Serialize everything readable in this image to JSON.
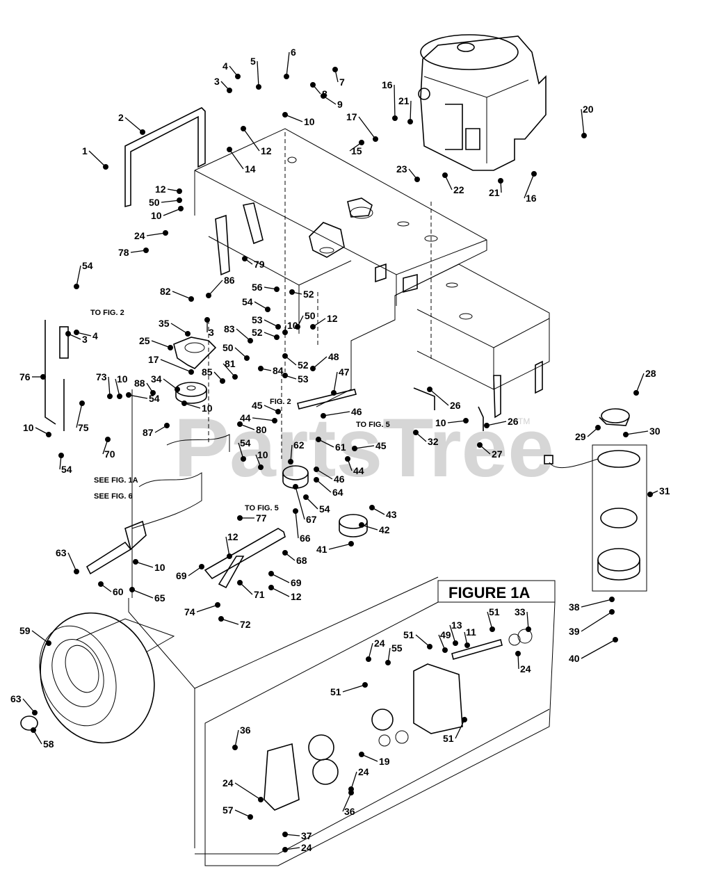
{
  "diagram": {
    "title": "Exploded parts diagram - tractor frame, engine, drive and hydrostatic transmission",
    "watermark": "PartsTree",
    "trademark": "TM",
    "figure_inset_title": "FIGURE 1A",
    "notes": {
      "to_fig2_a": "TO FIG. 2",
      "to_fig2_b": "FIG. 2",
      "to_fig5_a": "TO FIG. 5",
      "to_fig5_b": "TO FIG. 5",
      "see_fig1a": "SEE FIG. 1A",
      "see_fig6": "SEE FIG. 6"
    },
    "callouts": [
      {
        "id": "c1",
        "label": "1"
      },
      {
        "id": "c2",
        "label": "2"
      },
      {
        "id": "c3a",
        "label": "3"
      },
      {
        "id": "c4a",
        "label": "4"
      },
      {
        "id": "c5",
        "label": "5"
      },
      {
        "id": "c6",
        "label": "6"
      },
      {
        "id": "c7",
        "label": "7"
      },
      {
        "id": "c8",
        "label": "8"
      },
      {
        "id": "c9",
        "label": "9"
      },
      {
        "id": "c10a",
        "label": "10"
      },
      {
        "id": "c12a",
        "label": "12"
      },
      {
        "id": "c14",
        "label": "14"
      },
      {
        "id": "c15",
        "label": "15"
      },
      {
        "id": "c16a",
        "label": "16"
      },
      {
        "id": "c17a",
        "label": "17"
      },
      {
        "id": "c21a",
        "label": "21"
      },
      {
        "id": "c20",
        "label": "20"
      },
      {
        "id": "c23",
        "label": "23"
      },
      {
        "id": "c22",
        "label": "22"
      },
      {
        "id": "c21b",
        "label": "21"
      },
      {
        "id": "c16b",
        "label": "16"
      },
      {
        "id": "c12b",
        "label": "12"
      },
      {
        "id": "c50a",
        "label": "50"
      },
      {
        "id": "c10b",
        "label": "10"
      },
      {
        "id": "c24a",
        "label": "24"
      },
      {
        "id": "c78",
        "label": "78"
      },
      {
        "id": "c79",
        "label": "79"
      },
      {
        "id": "c54a",
        "label": "54"
      },
      {
        "id": "c82",
        "label": "82"
      },
      {
        "id": "c86",
        "label": "86"
      },
      {
        "id": "c56",
        "label": "56"
      },
      {
        "id": "c52a",
        "label": "52"
      },
      {
        "id": "c54b",
        "label": "54"
      },
      {
        "id": "c3b",
        "label": "3"
      },
      {
        "id": "c4b",
        "label": "4"
      },
      {
        "id": "c35",
        "label": "35"
      },
      {
        "id": "c3c",
        "label": "3"
      },
      {
        "id": "c83",
        "label": "83"
      },
      {
        "id": "c53a",
        "label": "53"
      },
      {
        "id": "c10c",
        "label": "10"
      },
      {
        "id": "c50b",
        "label": "50"
      },
      {
        "id": "c12c",
        "label": "12"
      },
      {
        "id": "c52b",
        "label": "52"
      },
      {
        "id": "c25",
        "label": "25"
      },
      {
        "id": "c50c",
        "label": "50"
      },
      {
        "id": "c48",
        "label": "48"
      },
      {
        "id": "c17b",
        "label": "17"
      },
      {
        "id": "c76",
        "label": "76"
      },
      {
        "id": "c73",
        "label": "73"
      },
      {
        "id": "c10d",
        "label": "10"
      },
      {
        "id": "c88",
        "label": "88"
      },
      {
        "id": "c34",
        "label": "34"
      },
      {
        "id": "c81",
        "label": "81"
      },
      {
        "id": "c85",
        "label": "85"
      },
      {
        "id": "c84",
        "label": "84"
      },
      {
        "id": "c52c",
        "label": "52"
      },
      {
        "id": "c53b",
        "label": "53"
      },
      {
        "id": "c47",
        "label": "47"
      },
      {
        "id": "c54c",
        "label": "54"
      },
      {
        "id": "c10e",
        "label": "10"
      },
      {
        "id": "c87",
        "label": "87"
      },
      {
        "id": "c45a",
        "label": "45"
      },
      {
        "id": "c44a",
        "label": "44"
      },
      {
        "id": "c80",
        "label": "80"
      },
      {
        "id": "c46a",
        "label": "46"
      },
      {
        "id": "c10f",
        "label": "10"
      },
      {
        "id": "c75",
        "label": "75"
      },
      {
        "id": "c70",
        "label": "70"
      },
      {
        "id": "c54d",
        "label": "54"
      },
      {
        "id": "c61",
        "label": "61"
      },
      {
        "id": "c45b",
        "label": "45"
      },
      {
        "id": "c44b",
        "label": "44"
      },
      {
        "id": "c62",
        "label": "62"
      },
      {
        "id": "c54e",
        "label": "54"
      },
      {
        "id": "c10g",
        "label": "10"
      },
      {
        "id": "c46b",
        "label": "46"
      },
      {
        "id": "c64",
        "label": "64"
      },
      {
        "id": "c54f",
        "label": "54"
      },
      {
        "id": "c43",
        "label": "43"
      },
      {
        "id": "c67",
        "label": "67"
      },
      {
        "id": "c77",
        "label": "77"
      },
      {
        "id": "c66",
        "label": "66"
      },
      {
        "id": "c42",
        "label": "42"
      },
      {
        "id": "c41",
        "label": "41"
      },
      {
        "id": "c63a",
        "label": "63"
      },
      {
        "id": "c10h",
        "label": "10"
      },
      {
        "id": "c12d",
        "label": "12"
      },
      {
        "id": "c69a",
        "label": "69"
      },
      {
        "id": "c68",
        "label": "68"
      },
      {
        "id": "c60",
        "label": "60"
      },
      {
        "id": "c65",
        "label": "65"
      },
      {
        "id": "c69b",
        "label": "69"
      },
      {
        "id": "c71",
        "label": "71"
      },
      {
        "id": "c12e",
        "label": "12"
      },
      {
        "id": "c74",
        "label": "74"
      },
      {
        "id": "c72",
        "label": "72"
      },
      {
        "id": "c59",
        "label": "59"
      },
      {
        "id": "c63b",
        "label": "63"
      },
      {
        "id": "c58",
        "label": "58"
      },
      {
        "id": "c26a",
        "label": "26"
      },
      {
        "id": "c10i",
        "label": "10"
      },
      {
        "id": "c26b",
        "label": "26"
      },
      {
        "id": "c32",
        "label": "32"
      },
      {
        "id": "c27",
        "label": "27"
      },
      {
        "id": "c28",
        "label": "28"
      },
      {
        "id": "c29",
        "label": "29"
      },
      {
        "id": "c30",
        "label": "30"
      },
      {
        "id": "c31",
        "label": "31"
      },
      {
        "id": "c38",
        "label": "38"
      },
      {
        "id": "c39",
        "label": "39"
      },
      {
        "id": "c40",
        "label": "40"
      },
      {
        "id": "c33",
        "label": "33"
      },
      {
        "id": "c51a",
        "label": "51"
      },
      {
        "id": "c13",
        "label": "13"
      },
      {
        "id": "c11",
        "label": "11"
      },
      {
        "id": "c51b",
        "label": "51"
      },
      {
        "id": "c49",
        "label": "49"
      },
      {
        "id": "c24b",
        "label": "24"
      },
      {
        "id": "c55",
        "label": "55"
      },
      {
        "id": "c24c",
        "label": "24"
      },
      {
        "id": "c51c",
        "label": "51"
      },
      {
        "id": "c51d",
        "label": "51"
      },
      {
        "id": "c36a",
        "label": "36"
      },
      {
        "id": "c19",
        "label": "19"
      },
      {
        "id": "c24d",
        "label": "24"
      },
      {
        "id": "c24e",
        "label": "24"
      },
      {
        "id": "c36b",
        "label": "36"
      },
      {
        "id": "c57",
        "label": "57"
      },
      {
        "id": "c37",
        "label": "37"
      },
      {
        "id": "c24f",
        "label": "24"
      }
    ]
  }
}
